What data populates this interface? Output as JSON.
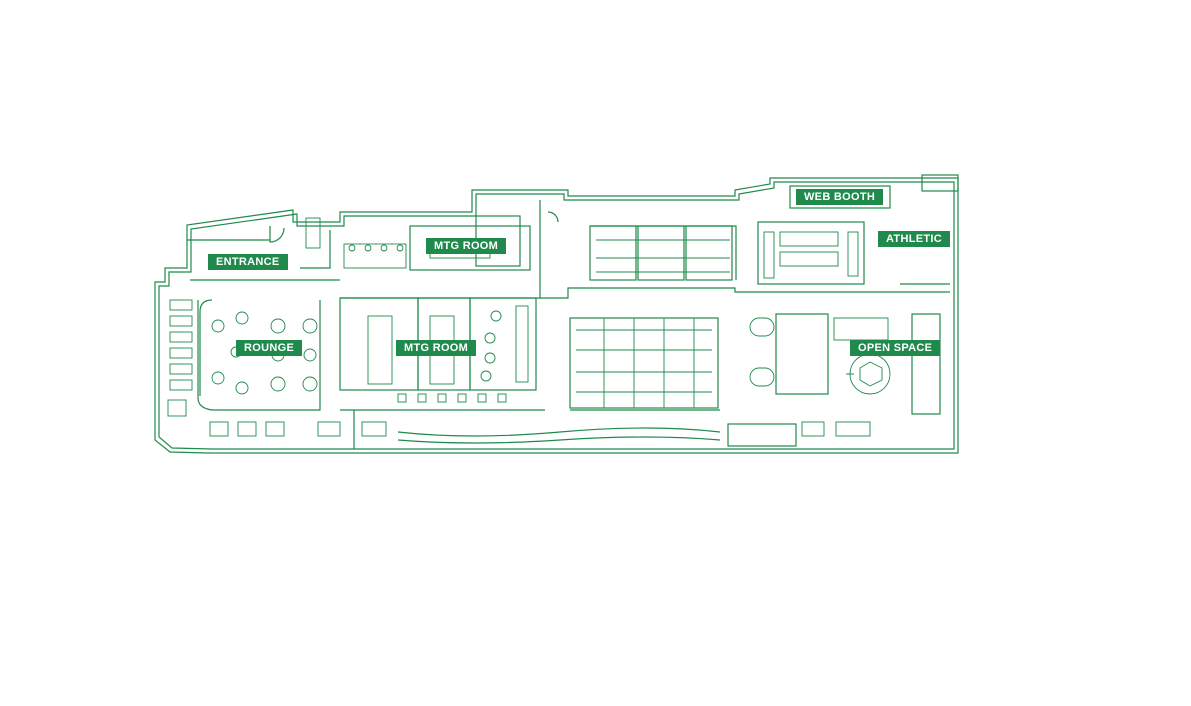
{
  "floorplan": {
    "line_color": "#1f8a4c",
    "label_color": "#1f8a4c",
    "label_text_color": "#ffffff",
    "labels": {
      "entrance": "ENTRANCE",
      "mtg_room_top": "MTG ROOM",
      "web_booth": "WEB BOOTH",
      "athletic": "ATHLETIC",
      "rounge": "ROUNGE",
      "mtg_room_mid": "MTG ROOM",
      "open_space": "OPEN SPACE"
    }
  }
}
